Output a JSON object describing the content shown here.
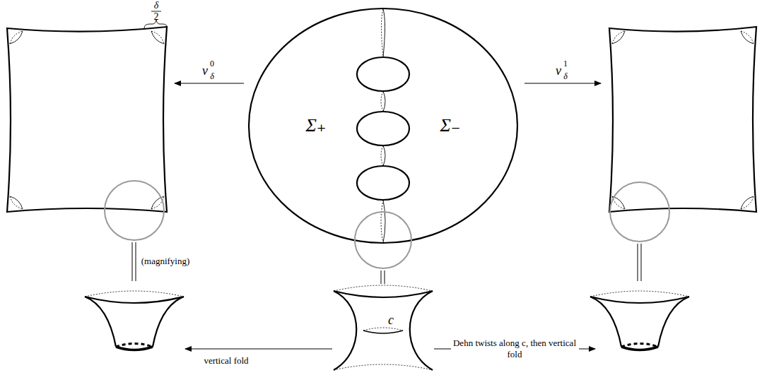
{
  "diagram": {
    "nodes": [
      {
        "text": [
          "Σ₊",
          "Σ₋"
        ]
      }
    ],
    "labels": [
      "δ",
      "2",
      "v",
      "δ",
      "0",
      "v",
      "δ",
      "1",
      "(magnifying)",
      "c",
      "vertical fold",
      "Dehn twists along c, then vertical fold"
    ]
  }
}
